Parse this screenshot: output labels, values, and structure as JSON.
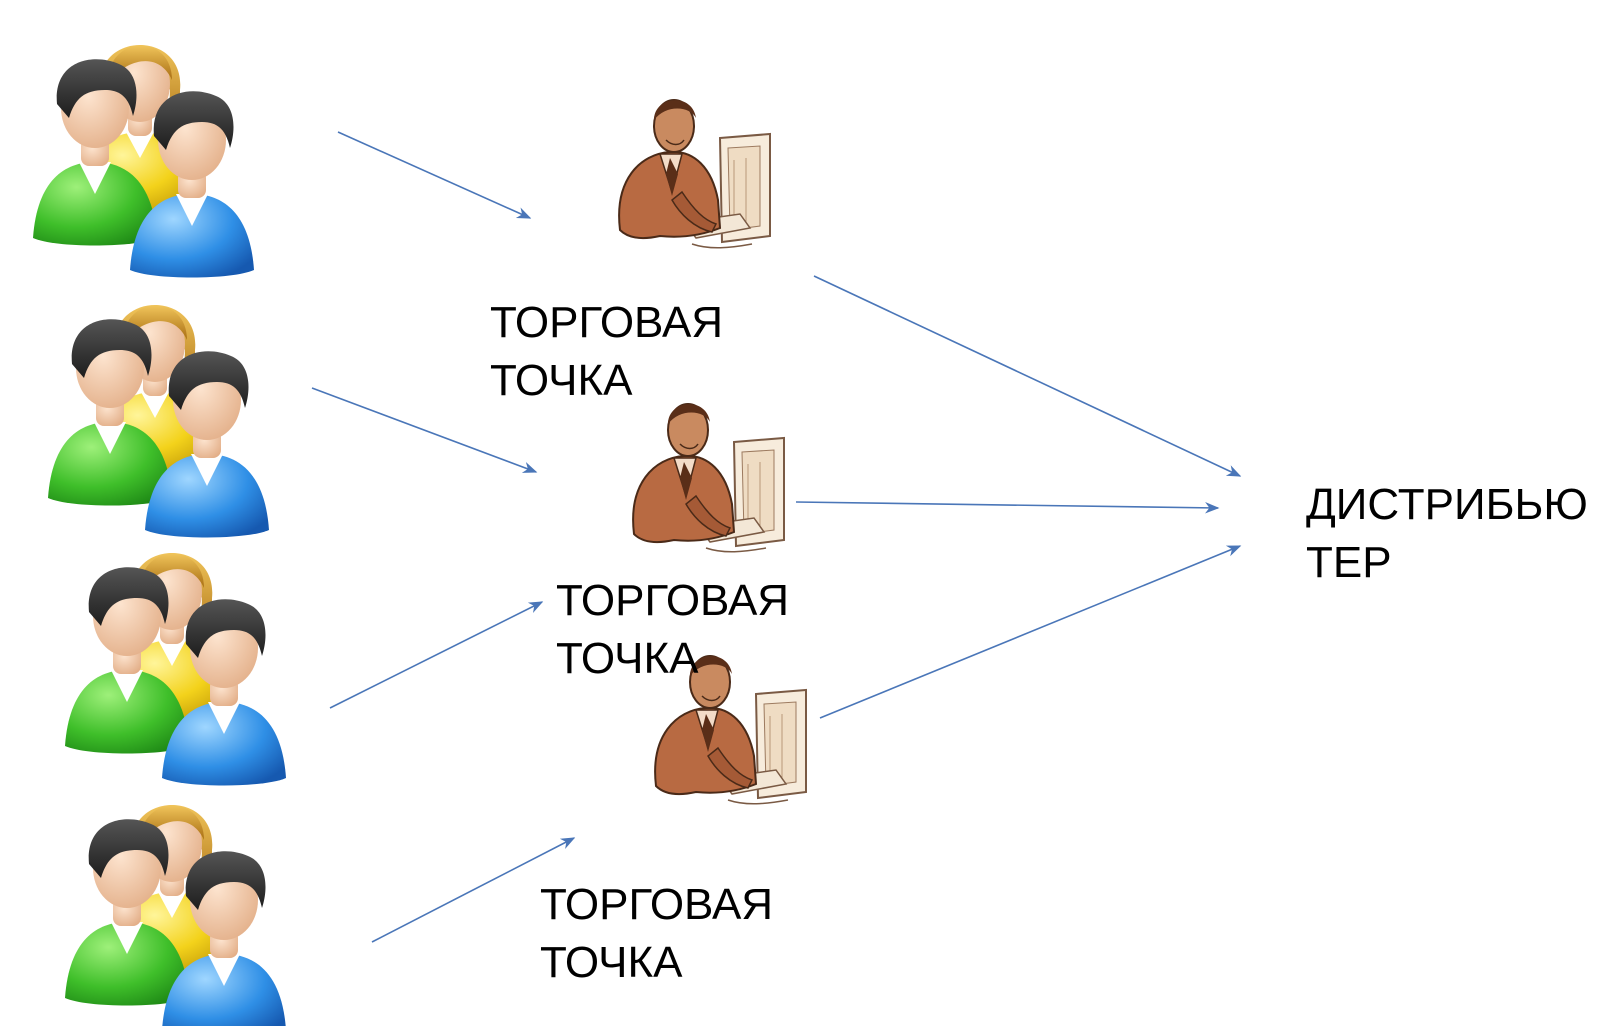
{
  "colors": {
    "arrow": "#4a76b8",
    "green": "#3fbf2a",
    "yellow": "#f3d21b",
    "blue": "#2f8fe6",
    "hair_dark": "#2b2b2b",
    "hair_blond": "#c98c22",
    "skin": "#f2c7a4",
    "clerk": "#b86a42"
  },
  "icons": {
    "customer_group": "people-group-icon",
    "sales_point": "clerk-at-computer-icon"
  },
  "nodes": {
    "customer_groups": [
      {
        "id": "customers-1"
      },
      {
        "id": "customers-2"
      },
      {
        "id": "customers-3"
      },
      {
        "id": "customers-4"
      }
    ],
    "sales_points": [
      {
        "id": "sales-point-1",
        "line1": "ТОРГОВАЯ",
        "line2": "ТОЧКА"
      },
      {
        "id": "sales-point-2",
        "line1": "ТОРГОВАЯ",
        "line2": "ТОЧКА"
      },
      {
        "id": "sales-point-3",
        "line1": "ТОРГОВАЯ",
        "line2": "ТОЧКА"
      }
    ],
    "distributor": {
      "line1": "ДИСТРИБЬЮ",
      "line2": "ТЕР"
    }
  },
  "edges": [
    {
      "from": "customers-1",
      "to": "sales-point-1"
    },
    {
      "from": "customers-2",
      "to": "sales-point-2"
    },
    {
      "from": "customers-3",
      "to": "sales-point-2"
    },
    {
      "from": "customers-4",
      "to": "sales-point-3"
    },
    {
      "from": "sales-point-1",
      "to": "distributor"
    },
    {
      "from": "sales-point-2",
      "to": "distributor"
    },
    {
      "from": "sales-point-3",
      "to": "distributor"
    }
  ]
}
